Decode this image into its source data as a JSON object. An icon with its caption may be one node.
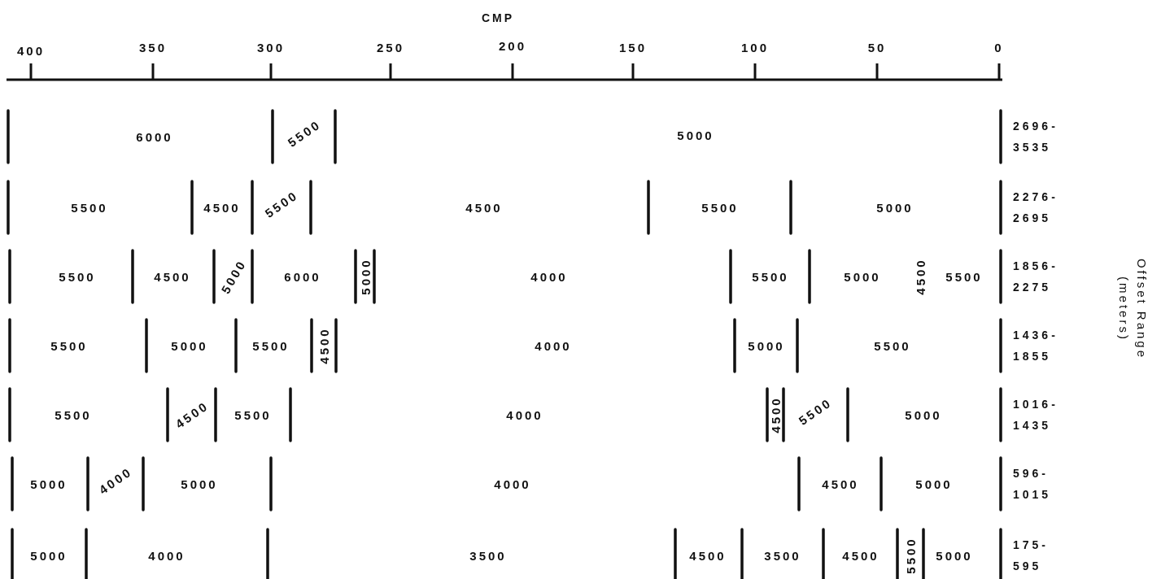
{
  "diagram": {
    "labels": [
      "CMP",
      "400",
      "350",
      "300",
      "250",
      "200",
      "150",
      "100",
      "50",
      "0",
      "6000",
      "5500",
      "5000",
      "2696- 3535",
      "5500",
      "4500",
      "5500",
      "4500",
      "5500",
      "5000",
      "2276- 2695",
      "5500",
      "4500",
      "5000",
      "6000",
      "5000",
      "4000",
      "5500",
      "5000",
      "4500",
      "5500",
      "1856- 2275",
      "5500",
      "5000",
      "5500",
      "4500",
      "4000",
      "5000",
      "5500",
      "1436- 1855",
      "5500",
      "4500",
      "5500",
      "4000",
      "4500",
      "5500",
      "5000",
      "1016- 1435",
      "5000",
      "4000",
      "5000",
      "4000",
      "4500",
      "5000",
      "596- 1015",
      "5000",
      "4000",
      "3500",
      "4500",
      "3500",
      "4500",
      "5500",
      "5000",
      "175- 595",
      "Offset Range (meters)"
    ]
  }
}
